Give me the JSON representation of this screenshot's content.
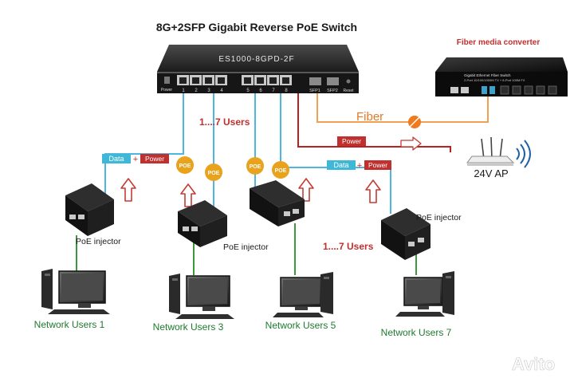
{
  "title": "8G+2SFP Gigabit Reverse PoE Switch",
  "switch": {
    "model": "ES1000-8GPD-2F",
    "power_label": "Power",
    "port_numbers": [
      "1",
      "2",
      "3",
      "4",
      "5",
      "6",
      "7",
      "8"
    ],
    "sfp1_label": "SFP1",
    "sfp2_label": "SFP2",
    "reset_label": "Reset"
  },
  "fiber_converter": {
    "title": "Fiber media converter",
    "device_text_1": "Gigabit Ethernet Fiber Switch",
    "device_text_2": "2-Port 10/100/1000M TX + 8-Port 100M FX"
  },
  "fiber_label": "Fiber",
  "power_badge": "Power",
  "ap_label": "24V AP",
  "range_label_top": "1....7 Users",
  "range_label_bottom": "1....7 Users",
  "data_label": "Data",
  "plus_sign": "+",
  "poe_badge": "POE",
  "injector_label": "PoE injector",
  "users": [
    {
      "label": "Network Users 1"
    },
    {
      "label": "Network Users 3"
    },
    {
      "label": "Network Users 5"
    },
    {
      "label": "Network Users 7"
    }
  ],
  "watermark": "Avito",
  "colors": {
    "fiber_line": "#f0a050",
    "fiber_text": "#e87722",
    "power_line": "#b92020",
    "data_line": "#4fb6e0",
    "user_line": "#3a9a3a",
    "user_text": "#1f7a2e",
    "poe_badge": "#e8a21c",
    "range_text": "#c0302e",
    "title_text": "#1a1a1a"
  }
}
